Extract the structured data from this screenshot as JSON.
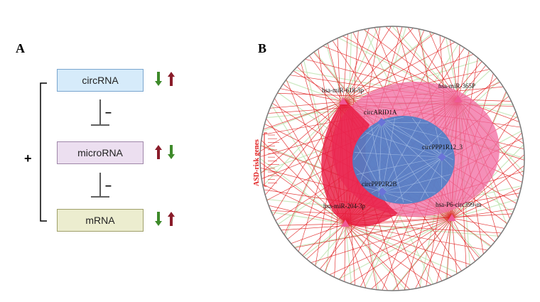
{
  "panels": {
    "a": "A",
    "b": "B"
  },
  "diagram_a": {
    "boxes": {
      "circrna": "circRNA",
      "microrna": "microRNA",
      "mrna": "mRNA"
    },
    "plus": "+",
    "minus": "–"
  },
  "diagram_b": {
    "nodes": {
      "mir_a": "hsa-miR-618-5p",
      "mir_b": "hsa-miR-365P",
      "circ_a": "circARID1A",
      "circ_b": "circPPP1R12_3",
      "circ_c": "circPPP2R2B",
      "mir_c": "hsa-miR-204-3p",
      "mir_d": "hsa-P6-circ399-m"
    },
    "side_label": "ASD-risk genes"
  },
  "colors": {
    "arrow_green": "#3e8a2a",
    "arrow_red": "#8a1c2a",
    "network_red": "#e01a1a",
    "network_pink": "#f26aa0",
    "network_blue": "#4e7fc8"
  }
}
